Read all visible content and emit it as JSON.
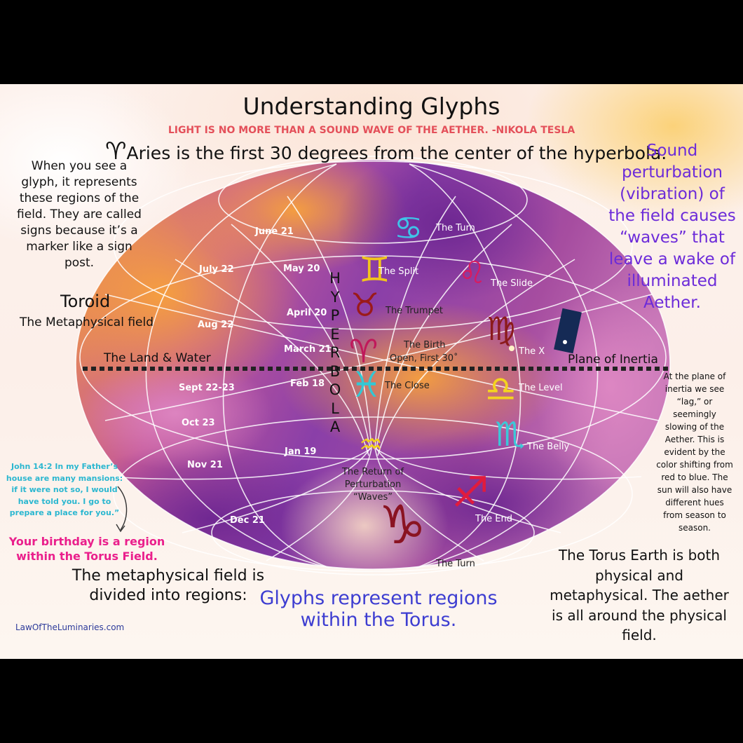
{
  "title": "Understanding Glyphs",
  "quote": "LIGHT IS NO MORE THAN A SOUND WAVE OF THE AETHER. -NIKOLA TESLA",
  "aries_glyph": "♈",
  "aries_line": "Aries is the first 30 degrees from the center of the hyperbola.",
  "left_text": "When you see a glyph, it represents these regions of the field. They are called signs because it’s a marker like a sign post.",
  "right_text": "Sound perturbation (vibration) of the field causes “waves” that leave a wake of illuminated Aether.",
  "toroid": "Toroid",
  "metaphysical_field": "The Metaphysical field",
  "land_water": "The Land & Water",
  "plane_of_inertia": "Plane of Inertia",
  "inertia_note": "At the plane of inertia we see “lag,” or seemingly slowing of the Aether. This is evident by the color shifting from red to blue. The sun will also have different hues from  season to season.",
  "hyperbola_letters": [
    "H",
    "Y",
    "P",
    "E",
    "R",
    "B",
    "O",
    "L",
    "A"
  ],
  "dates": {
    "june21": "June 21",
    "july22": "July 22",
    "may20": "May 20",
    "april20": "April 20",
    "aug22": "Aug 22",
    "march21": "March 21",
    "feb18": "Feb 18",
    "sept": "Sept 22-23",
    "oct23": "Oct 23",
    "jan19": "Jan 19",
    "nov21": "Nov 21",
    "dec21": "Dec 21"
  },
  "labels": {
    "turn_top": "The Turn",
    "split": "The Split",
    "slide": "The Slide",
    "trumpet": "The Trumpet",
    "birth": "The Birth",
    "open": "Open, First 30˚",
    "x": "The X",
    "close": "The Close",
    "level": "The Level",
    "belly": "The Belly",
    "return": "The Return of Perturbation “Waves”",
    "end": "The End",
    "turn_bottom": "The Turn"
  },
  "glyphs": {
    "cancer": "♋",
    "gemini": "♊",
    "leo": "♌",
    "taurus": "♉",
    "virgo": "♍",
    "aries": "♈",
    "pisces": "♓",
    "libra": "♎",
    "scorpio": "♏",
    "aquarius": "♒",
    "sagittarius": "♐",
    "capricorn": "♑"
  },
  "john_text": "John 14:2 In my Father’s house are many mansions: if it were not so, I would have told you. I go to prepare a place for you.”",
  "birthday_text": "Your birthday is a region within the Torus Field.",
  "divided_text": "The metaphysical field is divided into regions:",
  "glyphs_represent": "Glyphs represent regions within the Torus.",
  "website": "LawOfTheLuminaries.com",
  "torus_earth": "The Torus Earth is both physical and metaphysical. The aether is all around the physical field.",
  "colors": {
    "glyph_cancer": "#3fc3e8",
    "glyph_gemini": "#f2c51c",
    "glyph_leo": "#d81b60",
    "glyph_taurus": "#9b1a1a",
    "glyph_virgo": "#8b1a1a",
    "glyph_aries": "#c0185a",
    "glyph_pisces": "#32c8d4",
    "glyph_libra": "#f4d320",
    "glyph_scorpio": "#3cc8d8",
    "glyph_aquarius": "#f2d21c",
    "glyph_sagittarius": "#e11b3d",
    "glyph_capricorn": "#8a1322",
    "quote": "#e4505a",
    "right_text": "#6c2bd9",
    "birthday": "#ea1f8c",
    "john": "#2bb7d0",
    "glyphs_represent": "#3d3dd1"
  }
}
